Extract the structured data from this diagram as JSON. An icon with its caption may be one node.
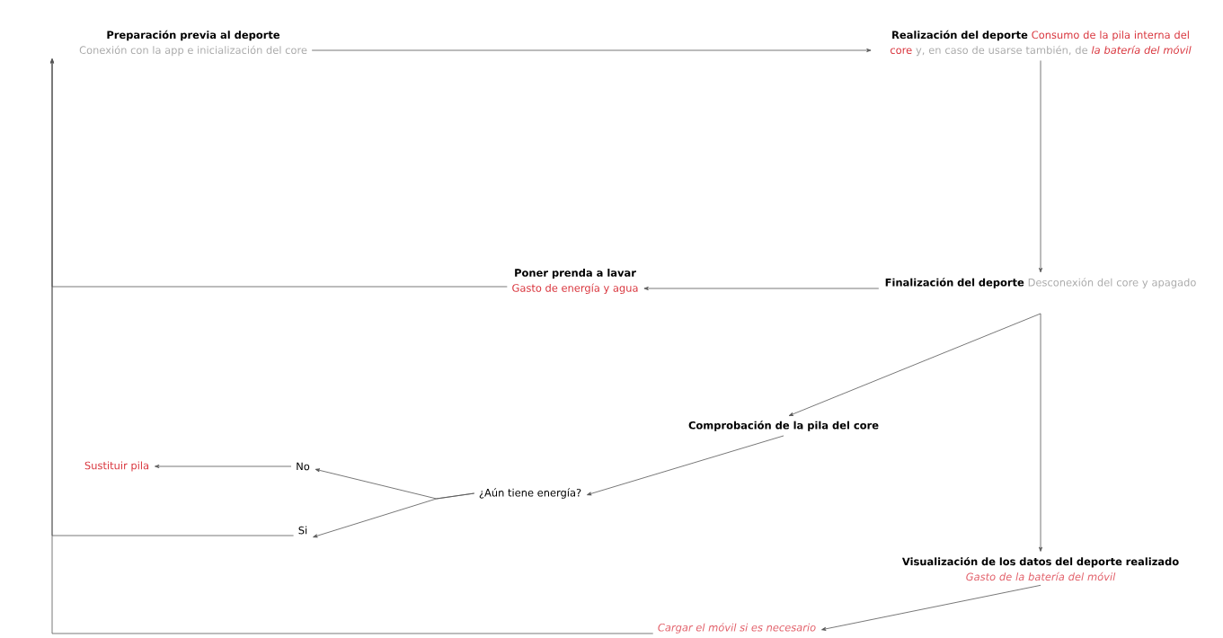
{
  "diagram": {
    "nodes": [
      {
        "text": [
          "Preparación previa al deporte",
          "Conexión con la app e inicialización del core"
        ]
      },
      {
        "text": [
          "Realización del deporte",
          "Consumo de la pila interna del core",
          "y, en caso de usarse también, de",
          "la batería del móvil"
        ]
      },
      {
        "text": [
          "Finalización del deporte",
          "Desconexión del core y apagado"
        ]
      },
      {
        "text": [
          "Poner prenda a lavar",
          "Gasto de energía y agua"
        ]
      },
      {
        "text": [
          "Comprobación de la pila del core"
        ]
      },
      {
        "text": [
          "¿Aún tiene energía?"
        ]
      },
      {
        "text": [
          "No"
        ]
      },
      {
        "text": [
          "Si"
        ]
      },
      {
        "text": [
          "Sustituir pila"
        ]
      },
      {
        "text": [
          "Visualización de los datos del deporte realizado",
          "Gasto de la batería del móvil"
        ]
      },
      {
        "text": [
          "Cargar el móvil si es necesario"
        ]
      }
    ],
    "edges": [
      {
        "from": 0,
        "to": 1,
        "arrow": "to"
      },
      {
        "from": 1,
        "to": 2,
        "arrow": "to"
      },
      {
        "from": 2,
        "to": 3,
        "arrow": "to"
      },
      {
        "from": 2,
        "to": 4,
        "arrow": "to"
      },
      {
        "from": 2,
        "to": 9,
        "arrow": "to"
      },
      {
        "from": 4,
        "to": 5,
        "arrow": "to"
      },
      {
        "from": 5,
        "to": 6,
        "arrow": "to"
      },
      {
        "from": 5,
        "to": 7,
        "arrow": "to"
      },
      {
        "from": 6,
        "to": 8,
        "arrow": "to"
      },
      {
        "from": 7,
        "to": 0,
        "arrow": "to"
      },
      {
        "from": 3,
        "to": 0,
        "arrow": "to"
      },
      {
        "from": 9,
        "to": 10,
        "arrow": "to"
      },
      {
        "from": 10,
        "to": 0,
        "arrow": "to"
      }
    ]
  }
}
